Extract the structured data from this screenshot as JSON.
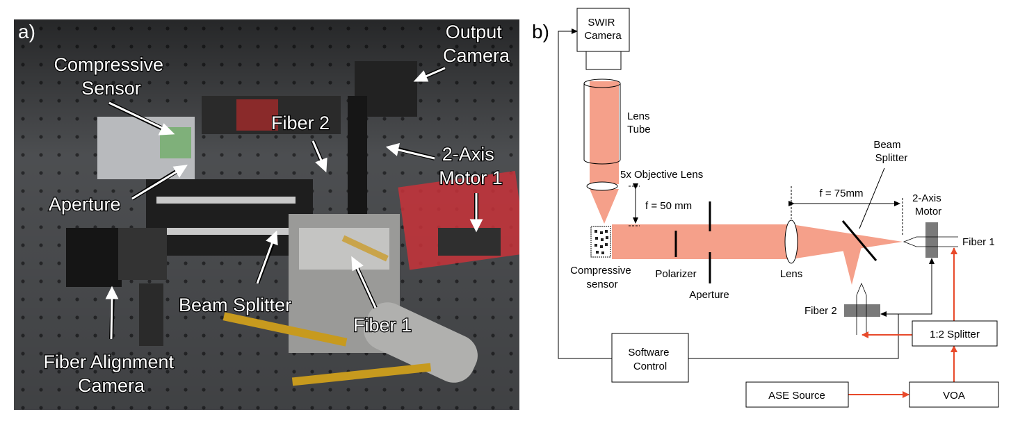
{
  "panel_a": {
    "label": "a)",
    "callouts": {
      "compressive_sensor": [
        "Compressive",
        "Sensor"
      ],
      "output_camera": [
        "Output",
        "Camera"
      ],
      "fiber2": "Fiber 2",
      "motor1": [
        "2-Axis",
        "Motor 1"
      ],
      "aperture": "Aperture",
      "beam_splitter": "Beam Splitter",
      "fiber1": "Fiber 1",
      "alignment_camera": [
        "Fiber Alignment",
        "Camera"
      ]
    }
  },
  "panel_b": {
    "label": "b)",
    "swir_camera": [
      "SWIR",
      "Camera"
    ],
    "lens_tube": [
      "Lens",
      "Tube"
    ],
    "objective_lens": "5x Objective Lens",
    "focal_50": "f = 50 mm",
    "compressive_sensor": [
      "Compressive",
      "sensor"
    ],
    "polarizer": "Polarizer",
    "aperture": "Aperture",
    "lens": "Lens",
    "focal_75": "f = 75mm",
    "beam_splitter": [
      "Beam",
      "Splitter"
    ],
    "motor": [
      "2-Axis",
      "Motor"
    ],
    "fiber1": "Fiber 1",
    "fiber2": "Fiber 2",
    "splitter": "1:2 Splitter",
    "software_control": [
      "Software",
      "Control"
    ],
    "ase_source": "ASE Source",
    "voa": "VOA"
  },
  "colors": {
    "beam": "#f5a08a",
    "fiber_link": "#e8492a",
    "photo_bg": "#4a4a4a"
  }
}
